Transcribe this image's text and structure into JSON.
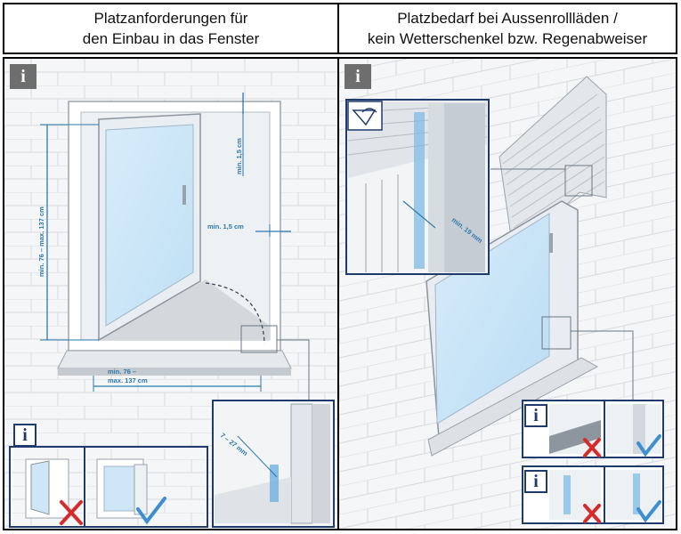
{
  "left_panel": {
    "header_line1": "Platzanforderungen für",
    "header_line2": "den Einbau in das Fenster",
    "info_icon": "info-icon",
    "dim_height": "min. 76 – max. 137 cm",
    "dim_top_gap": "min. 1,5 cm",
    "dim_side_gap": "min. 1,5 cm",
    "dim_width_line1": "min. 76 –",
    "dim_width_line2": "max. 137 cm",
    "detail_dim": "7 – 27 mm",
    "bad_mark": "cross-icon",
    "good_mark": "check-icon"
  },
  "right_panel": {
    "header_line1": "Platzbedarf bei Aussenrollläden /",
    "header_line2": "kein Wetterschenkel bzw. Regenabweiser",
    "info_icon": "info-icon",
    "detail_dim": "min. 19 mm",
    "bad_mark": "cross-icon",
    "good_mark": "check-icon"
  },
  "colors": {
    "label_blue": "#2b78ad",
    "check_blue": "#3d8fd0",
    "cross_red": "#d62b2b",
    "glass": "#cfe6f7",
    "badge_gray": "#6e6e6e"
  }
}
